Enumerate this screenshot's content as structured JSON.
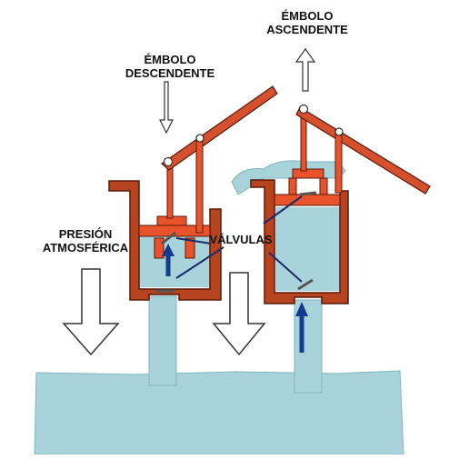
{
  "labels": {
    "embolo_ascendente_line1": "ÉMBOLO",
    "embolo_ascendente_line2": "ASCENDENTE",
    "embolo_descendente_line1": "ÉMBOLO",
    "embolo_descendente_line2": "DESCENDENTE",
    "presion_line1": "PRESIÓN",
    "presion_line2": "ATMOSFÉRICA",
    "valvulas": "VÁLVULAS"
  },
  "colors": {
    "water": "#a9d3da",
    "water_stroke": "#7fb6bf",
    "pump_wall": "#b5441f",
    "piston": "#e8532c",
    "handle": "#d5502d",
    "arrow_blue": "#133a8f",
    "leader_line": "#1a2a6b",
    "outline_arrow": "#333333"
  }
}
